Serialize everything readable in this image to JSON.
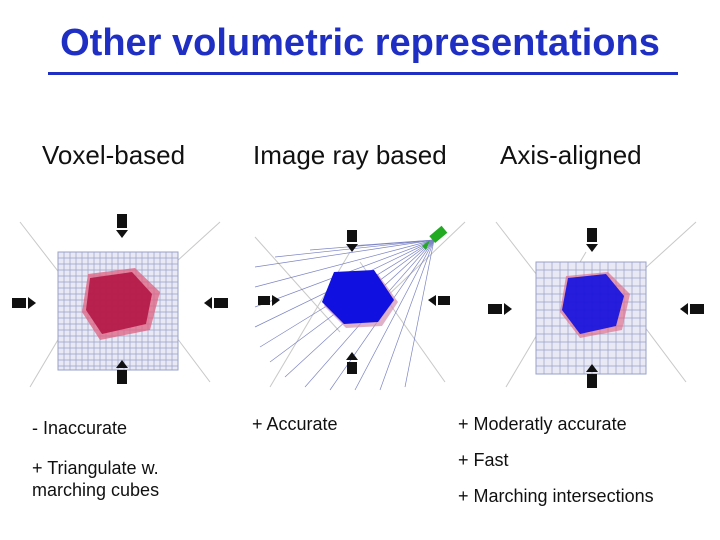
{
  "title": "Other volumetric representations",
  "columns": [
    {
      "heading": "Voxel-based",
      "notes": [
        "- Inaccurate",
        "+ Triangulate w.",
        "marching cubes"
      ]
    },
    {
      "heading": "Image ray based",
      "notes": [
        "+ Accurate"
      ]
    },
    {
      "heading": "Axis-aligned",
      "notes": [
        "+ Moderatly accurate",
        "+ Fast",
        "+ Marching intersections"
      ]
    }
  ],
  "colors": {
    "title": "#1f2fc4",
    "object_red": "#d0204a",
    "object_blue": "#1010e0",
    "grid": "#9aa0c8",
    "camera": "#111111",
    "ray_camera": "#22aa22"
  }
}
